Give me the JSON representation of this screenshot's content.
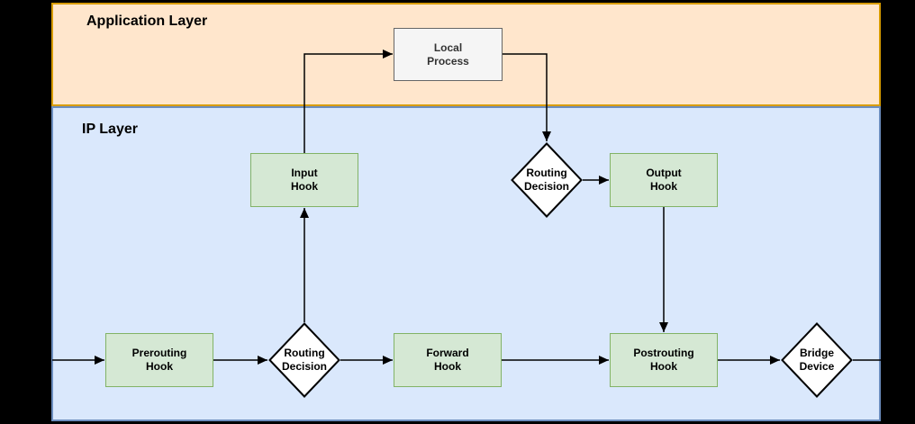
{
  "diagram": {
    "layers": {
      "application": {
        "label": "Application Layer",
        "fill": "#ffe6cc",
        "border": "#d79b00"
      },
      "ip": {
        "label": "IP Layer",
        "fill": "#dae8fc",
        "border": "#6c8ebf"
      }
    },
    "nodes": {
      "local_process": {
        "line1": "Local",
        "line2": "Process",
        "shape": "rectangle",
        "fill": "#f5f5f5",
        "border": "#666666"
      },
      "input_hook": {
        "line1": "Input",
        "line2": "Hook",
        "shape": "rectangle",
        "fill": "#d5e8d4",
        "border": "#82b366"
      },
      "routing_decision_top": {
        "line1": "Routing",
        "line2": "Decision",
        "shape": "diamond",
        "fill": "#ffffff",
        "border": "#000000"
      },
      "output_hook": {
        "line1": "Output",
        "line2": "Hook",
        "shape": "rectangle",
        "fill": "#d5e8d4",
        "border": "#82b366"
      },
      "prerouting_hook": {
        "line1": "Prerouting",
        "line2": "Hook",
        "shape": "rectangle",
        "fill": "#d5e8d4",
        "border": "#82b366"
      },
      "routing_decision_center": {
        "line1": "Routing",
        "line2": "Decision",
        "shape": "diamond",
        "fill": "#ffffff",
        "border": "#000000"
      },
      "forward_hook": {
        "line1": "Forward",
        "line2": "Hook",
        "shape": "rectangle",
        "fill": "#d5e8d4",
        "border": "#82b366"
      },
      "postrouting_hook": {
        "line1": "Postrouting",
        "line2": "Hook",
        "shape": "rectangle",
        "fill": "#d5e8d4",
        "border": "#82b366"
      },
      "bridge_device": {
        "line1": "Bridge",
        "line2": "Device",
        "shape": "diamond",
        "fill": "#ffffff",
        "border": "#000000"
      }
    },
    "edges": [
      {
        "from": "left-edge",
        "to": "prerouting_hook",
        "arrow": true
      },
      {
        "from": "prerouting_hook",
        "to": "routing_decision_center",
        "arrow": true
      },
      {
        "from": "routing_decision_center",
        "to": "forward_hook",
        "arrow": true
      },
      {
        "from": "routing_decision_center",
        "to": "input_hook",
        "arrow": true
      },
      {
        "from": "input_hook",
        "to": "local_process",
        "arrow": true
      },
      {
        "from": "local_process",
        "to": "routing_decision_top",
        "arrow": true
      },
      {
        "from": "routing_decision_top",
        "to": "output_hook",
        "arrow": true
      },
      {
        "from": "output_hook",
        "to": "postrouting_hook",
        "arrow": true
      },
      {
        "from": "forward_hook",
        "to": "postrouting_hook",
        "arrow": true
      },
      {
        "from": "postrouting_hook",
        "to": "bridge_device",
        "arrow": true
      },
      {
        "from": "bridge_device",
        "to": "right-edge",
        "arrow": false
      }
    ],
    "colors": {
      "canvas_background": "#000000",
      "arrow": "#000000"
    }
  }
}
